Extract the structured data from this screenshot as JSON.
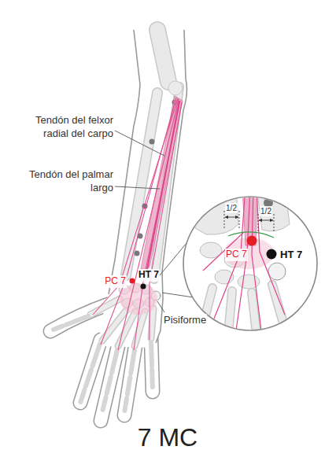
{
  "diagram": {
    "caption": "7 MC",
    "labels": [
      "Tendón del felxor radial del carpo",
      "Tendón del palmar largo",
      "PC 7",
      "HT 7",
      "Pisiforme",
      "PC 7",
      "HT 7",
      "1/2",
      "1/2"
    ]
  }
}
